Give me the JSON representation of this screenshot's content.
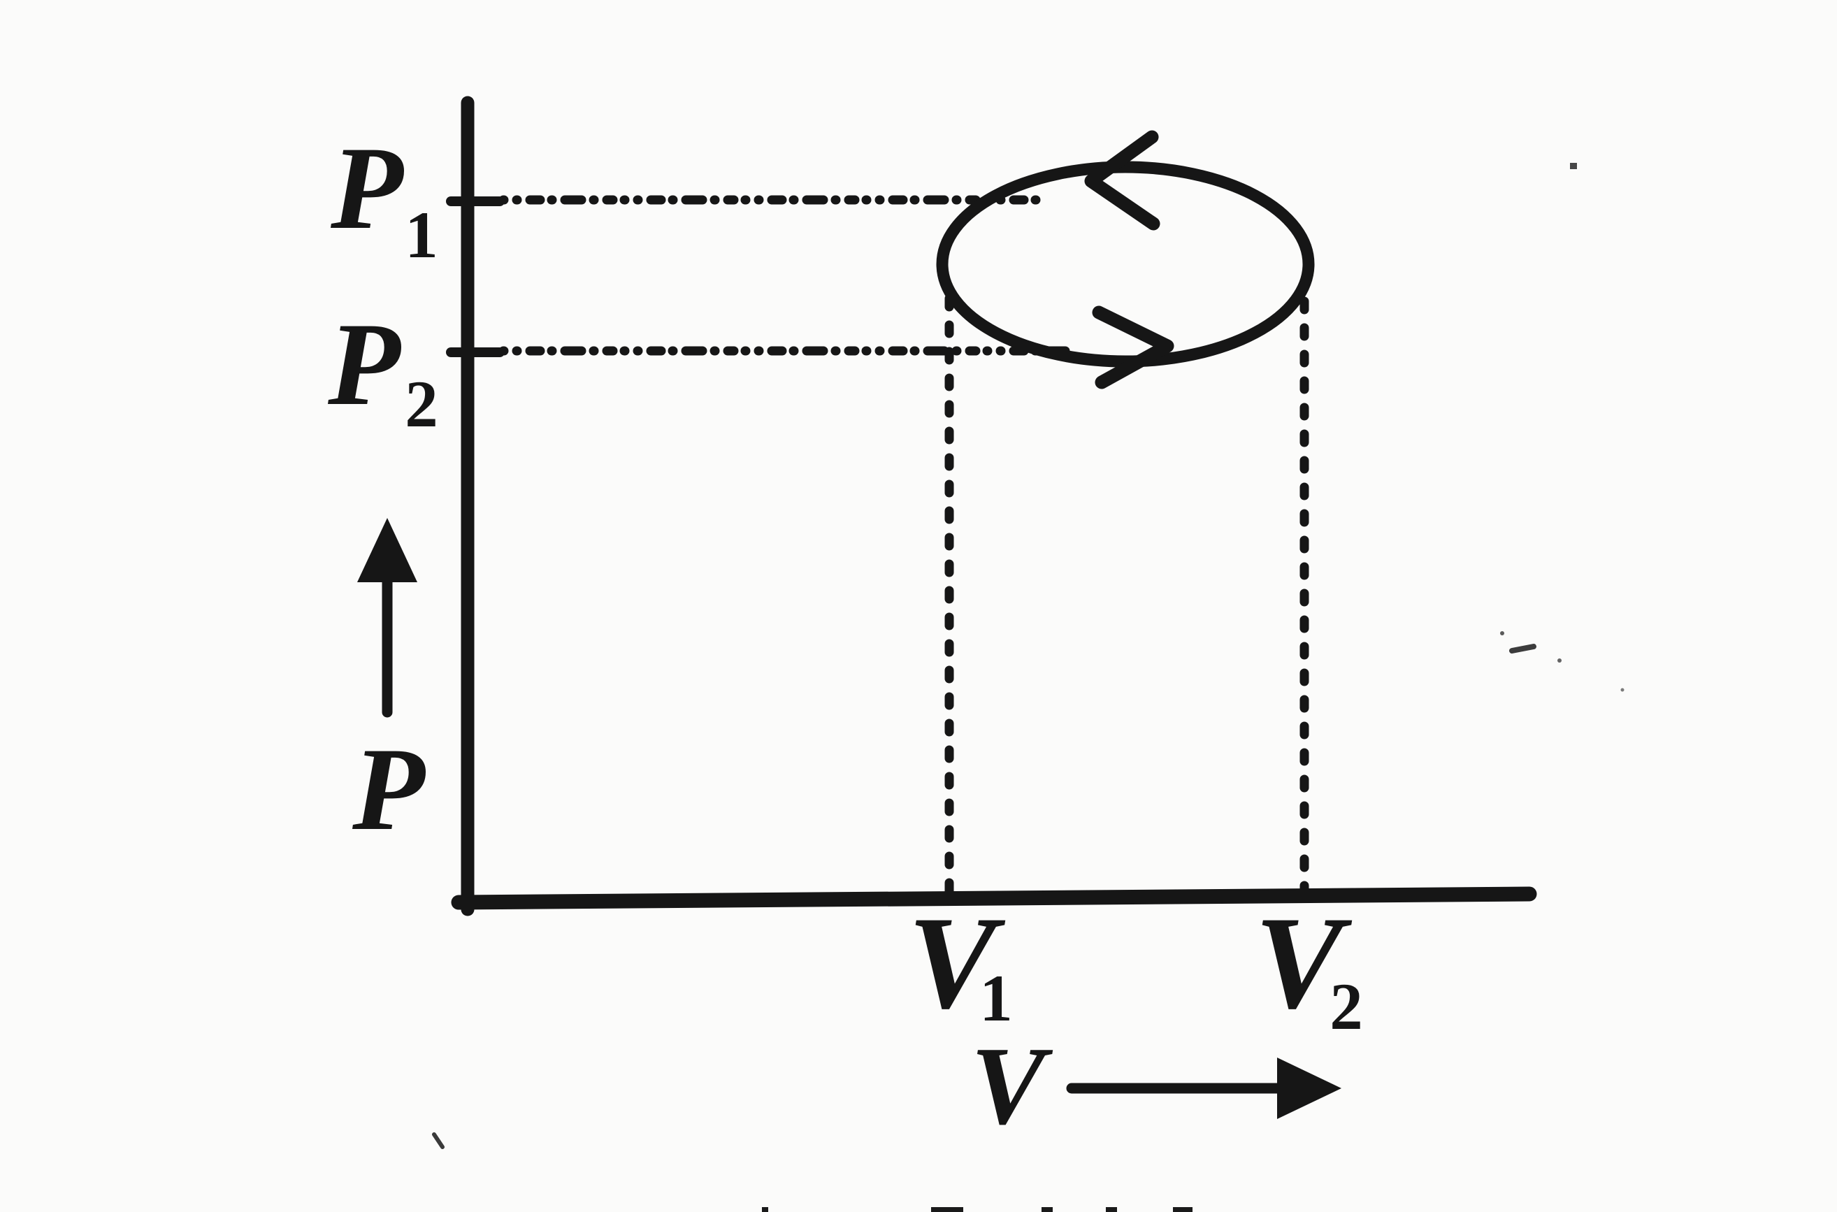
{
  "figure": {
    "type": "P-V diagram of a cyclic thermodynamic process",
    "description": "Hand-drawn textbook figure: an elliptical closed cycle on a pressure-volume plot, traversed counterclockwise (top arc moving left, bottom arc moving right), bounded by pressures P2..P1 and volumes V1..V2, with dash-dot guide lines from the axes to the cycle."
  },
  "colors": {
    "ink": "#161616",
    "paper": "#fbfbfa"
  },
  "labels": {
    "p1_base": "P",
    "p1_sub": "1",
    "p2_base": "P",
    "p2_sub": "2",
    "v1_base": "V",
    "v1_sub": "1",
    "v2_base": "V",
    "v2_sub": "2",
    "p_axis": "P",
    "v_axis": "V"
  },
  "chart_data": {
    "type": "line",
    "title": "",
    "xlabel": "V",
    "ylabel": "P",
    "x_tick_labels": [
      "V1",
      "V2"
    ],
    "y_tick_labels": [
      "P1",
      "P2"
    ],
    "grid": false,
    "legend": null,
    "series": [
      {
        "name": "cyclic process",
        "shape": "closed ellipse",
        "direction": "counterclockwise",
        "pressure_range": [
          "P2",
          "P1"
        ],
        "volume_range": [
          "V1",
          "V2"
        ],
        "center_normalized": {
          "v": 0.62,
          "p": 0.8
        },
        "radius_normalized": {
          "v": 0.17,
          "p": 0.12
        }
      }
    ],
    "guides_normalized": {
      "P1": 0.88,
      "P2": 0.69,
      "V1": 0.45,
      "V2": 0.79
    },
    "axis_arrows": [
      "P increases upward",
      "V increases rightward"
    ],
    "annotations": [
      "dash-dot guide from P1 tick to upper-left of cycle",
      "dash-dot guide from P2 tick to lower-left of cycle",
      "dashed vertical guide from cycle left extreme down to V1 on volume axis",
      "dashed vertical guide from cycle right extreme down to V2 on volume axis"
    ]
  }
}
